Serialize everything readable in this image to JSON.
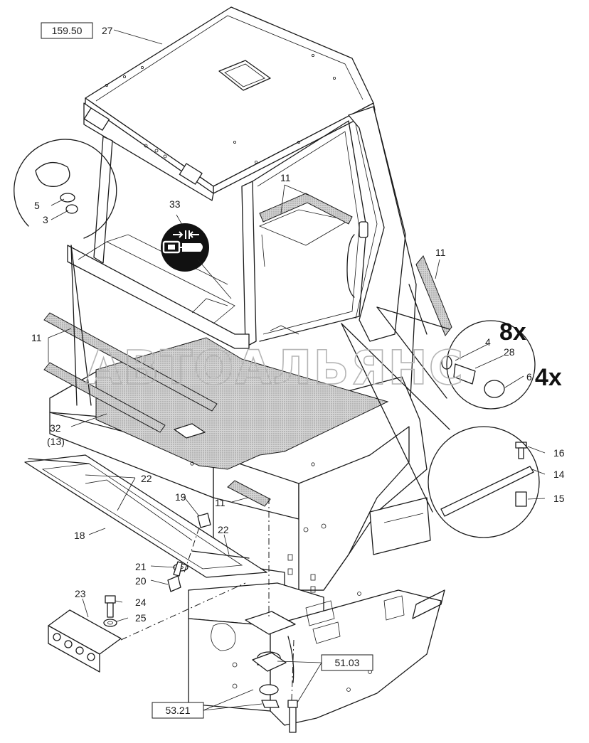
{
  "references": {
    "cab_group": "159.50",
    "isolator_group": "51.03",
    "mount_group": "53.21"
  },
  "quantities": {
    "q8": "8x",
    "q4": "4x"
  },
  "seatbelt_symbol": "seatbelt-icon",
  "watermark": "АВТОАЛЬЯНС",
  "callouts": {
    "c27": "27",
    "c5": "5",
    "c3": "3",
    "c33": "33",
    "c11a": "11",
    "c11b": "11",
    "c11c": "11",
    "c11d": "11",
    "c4": "4",
    "c28": "28",
    "c6": "6",
    "c32": "32",
    "c13": "(13)",
    "c22a": "22",
    "c22b": "22",
    "c18": "18",
    "c19": "19",
    "c21": "21",
    "c20": "20",
    "c16": "16",
    "c14": "14",
    "c15": "15",
    "c23": "23",
    "c24": "24",
    "c25": "25"
  }
}
